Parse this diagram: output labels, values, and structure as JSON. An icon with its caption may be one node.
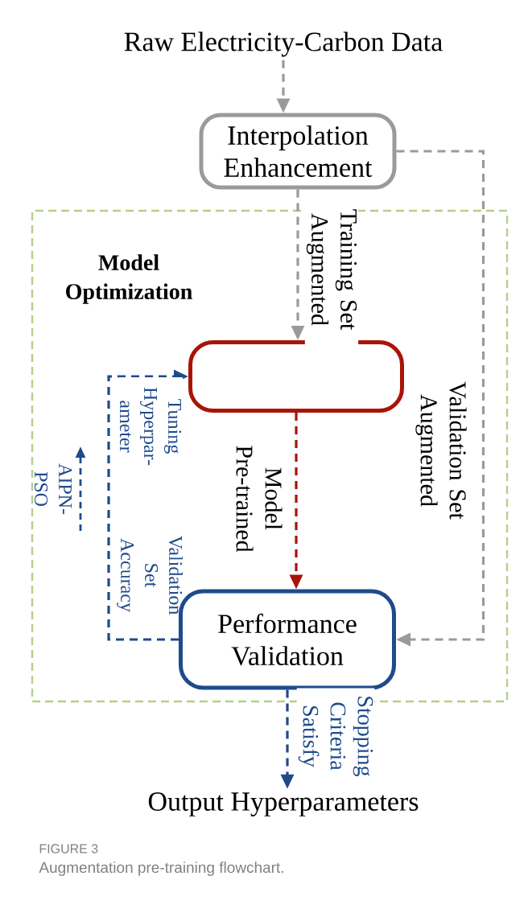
{
  "diagram": {
    "caption": "Augmentation pre-training flowchart.",
    "nodes": [
      {
        "text": [
          "Raw Electricity-Carbon Data"
        ]
      },
      {
        "text": [
          "Interpolation Enhancement"
        ]
      },
      {
        "text": [
          "Model Optimization"
        ]
      },
      {
        "text": [],
        "shape": "box",
        "in": 2
      },
      {
        "text": [
          "Performance Validation"
        ],
        "in": 2
      },
      {
        "text": [
          "Output Hyperparameters"
        ]
      }
    ],
    "edges": [
      {
        "from": 0,
        "to": 1,
        "arrow": "to",
        "style": "dashed",
        "color": "#9a9a9a"
      },
      {
        "from": 1,
        "to": 3,
        "arrow": "to",
        "style": "dashed",
        "color": "#9a9a9a",
        "label": "Training Set Augmented"
      },
      {
        "from": 1,
        "to": 4,
        "arrow": "to",
        "style": "dashed",
        "color": "#9a9a9a",
        "label": "Validation Set Augmented"
      },
      {
        "from": 3,
        "to": 4,
        "arrow": "to",
        "style": "dashed",
        "color": "#a81408",
        "label": "Model Pre-trained"
      },
      {
        "from": 4,
        "to": 3,
        "arrow": "to",
        "style": "dashed",
        "color": "#1f4a8c",
        "label": "Tuning Hyperpar- ameter"
      },
      {
        "from": 4,
        "to": 5,
        "arrow": "to",
        "style": "dashed",
        "color": "#1f4a8c",
        "label": "Stopping Criteria Satisfy"
      }
    ],
    "labels": [
      "Validation Set Accuracy",
      "AIPN- PSO",
      "FIGURE 3"
    ]
  }
}
